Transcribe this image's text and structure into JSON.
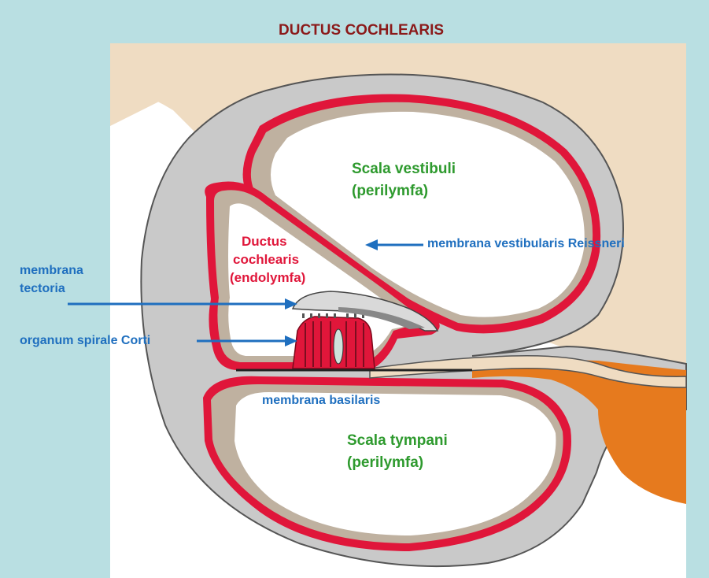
{
  "title": "DUCTUS COCHLEARIS",
  "colors": {
    "frame": "#b9dfe2",
    "background": "#ffffff",
    "bone": "#efdcc2",
    "wall_gray": "#c9c9c9",
    "membrane_red": "#e0163a",
    "nerve_orange": "#e67a1e",
    "title_color": "#8b1a1a",
    "label_blue": "#1f6fbf",
    "label_green": "#2e9a2e",
    "label_red": "#e0163a",
    "arrow_blue": "#1f6fbf"
  },
  "labels": {
    "scala_vestibuli": "Scala vestibuli",
    "scala_vestibuli_sub": "(perilymfa)",
    "ductus_line1": "Ductus",
    "ductus_line2": "cochlearis",
    "ductus_line3": "(endolymfa)",
    "membrana_vestibularis": "membrana vestibularis Reissneri",
    "membrana_tectoria_line1": "membrana",
    "membrana_tectoria_line2": "tectoria",
    "organum_corti": "organum spirale Corti",
    "membrana_basilaris": "membrana basilaris",
    "scala_tympani": "Scala tympani",
    "scala_tympani_sub": "(perilymfa)"
  }
}
